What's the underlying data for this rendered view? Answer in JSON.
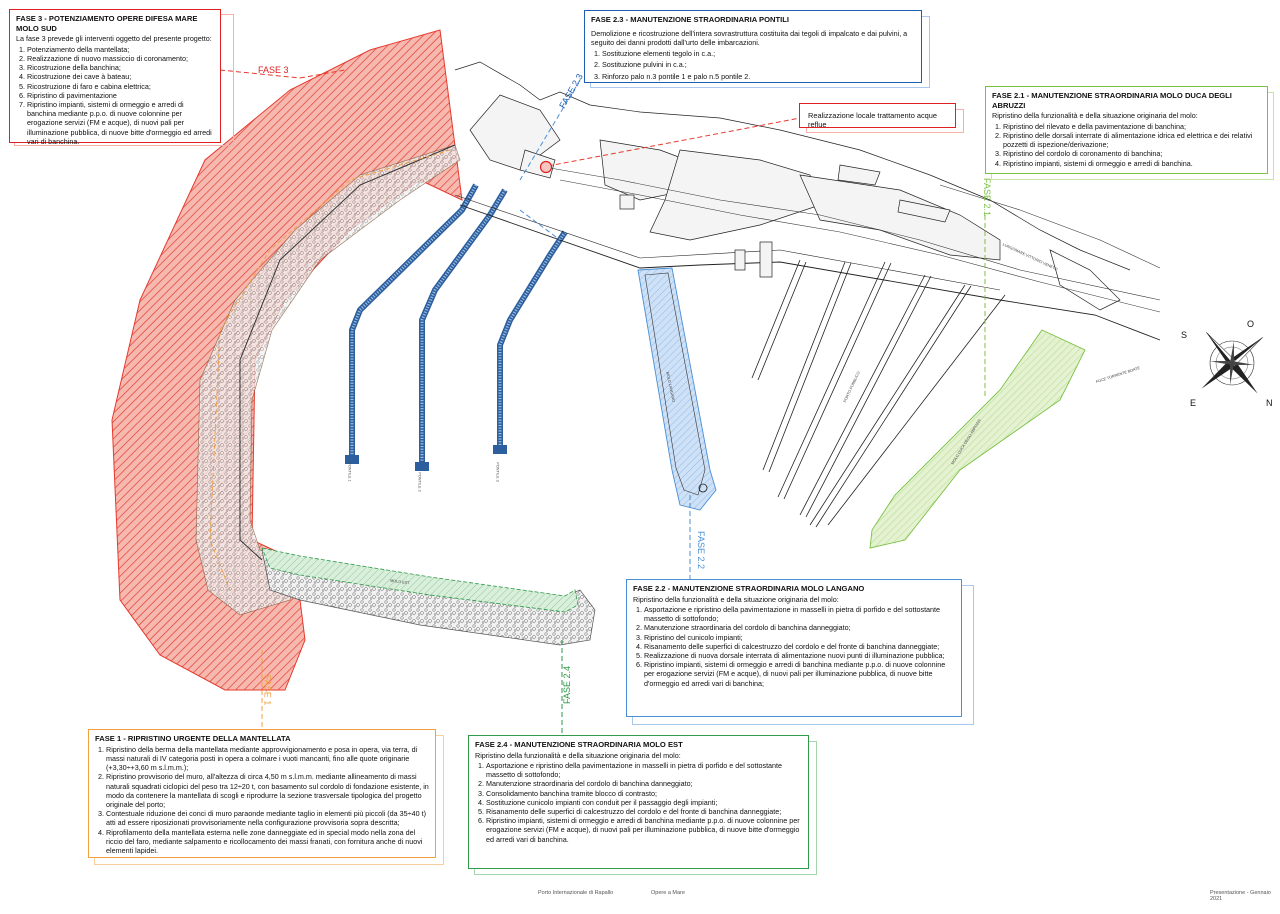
{
  "phases": {
    "fase3": {
      "label": "FASE 3",
      "title": "FASE 3 - POTENZIAMENTO OPERE DIFESA MARE MOLO SUD",
      "intro": "La fase 3 prevede gli interventi oggetto del presente progetto:",
      "items": [
        "Potenziamento della mantellata;",
        "Realizzazione di nuovo massiccio di coronamento;",
        "Ricostruzione della banchina;",
        "Ricostruzione dei cave à bateau;",
        "Ricostruzione di faro e cabina elettrica;",
        "Ripristino di pavimentazione",
        "Ripristino impianti, sistemi di ormeggio e arredi di banchina mediante p.p.o. di nuove colonnine per erogazione servizi (FM e acque), di nuovi pali per illuminazione pubblica, di nuove bitte d'ormeggio ed arredi vari di banchina."
      ],
      "color": "#e02020"
    },
    "fase23": {
      "label": "FASE 2.3",
      "title": "FASE 2.3 - MANUTENZIONE STRAORDINARIA PONTILI",
      "intro": "Demolizione e ricostruzione dell'intera sovrastruttura costituita dai tegoli di impalcato e dai pulvini, a seguito dei danni prodotti dall'urto delle imbarcazioni.",
      "items": [
        "Sostituzione elementi tegolo in c.a.;",
        "Sostituzione pulvini in c.a.;",
        "Rinforzo palo n.3 pontile 1 e palo n.5 pontile 2."
      ],
      "color": "#1f5fb0"
    },
    "reflue": {
      "title": "Realizzazione locale trattamento acque reflue",
      "color": "#e02020"
    },
    "fase21": {
      "label": "FASE 2.1",
      "title": "FASE 2.1 - MANUTENZIONE STRAORDINARIA MOLO DUCA DEGLI ABRUZZI",
      "intro": "Ripristino della funzionalità e della situazione originaria del molo:",
      "items": [
        "Ripristino del rilevato e della pavimentazione di banchina;",
        "Ripristino delle dorsali interrate di alimentazione idrica ed elettrica e dei relativi pozzetti di ispezione/derivazione;",
        "Ripristino del cordolo di coronamento di banchina;",
        "Ripristino impianti, sistemi di ormeggio e arredi di banchina."
      ],
      "color": "#7ac143"
    },
    "fase22": {
      "label": "FASE 2.2",
      "title": "FASE 2.2 - MANUTENZIONE STRAORDINARIA MOLO LANGANO",
      "intro": "Ripristino della funzionalità e della situazione originaria del molo:",
      "items": [
        "Asportazione e ripristino della pavimentazione in masselli in pietra di porfido e del sottostante massetto di sottofondo;",
        "Manutenzione straordinaria del cordolo di banchina danneggiato;",
        "Ripristino del cunicolo impianti;",
        "Risanamento delle superfici di calcestruzzo del cordolo e del fronte di banchina danneggiate;",
        "Realizzazione di nuova dorsale interrata di alimentazione nuovi punti di illuminazione pubblica;",
        "Ripristino impianti, sistemi di ormeggio e arredi di banchina mediante p.p.o. di nuove colonnine per erogazione servizi (FM e acque), di nuovi pali per illuminazione pubblica, di nuove bitte d'ormeggio ed arredi vari di banchina;"
      ],
      "color": "#4a8fd6"
    },
    "fase1": {
      "label": "FASE 1",
      "title": "FASE 1 - RIPRISTINO URGENTE DELLA MANTELLATA",
      "items": [
        "Ripristino della berma della mantellata mediante approvvigionamento e posa in opera, via terra, di massi naturali di IV categoria posti in opera a colmare i vuoti mancanti, fino alle quote originarie (+3,30÷+3,60 m s.l.m.m.);",
        "Ripristino provvisorio del muro, all'altezza di circa 4,50 m s.l.m.m. mediante allineamento di massi naturali squadrati ciclopici del peso tra 12÷20 t, con basamento sul cordolo di fondazione esistente, in modo da contenere la mantellata di scogli e riprodurre la sezione trasversale tipologica del progetto originale del porto;",
        "Contestuale riduzione dei conci di muro paraonde mediante taglio in elementi più piccoli (da 35÷40 t) atti ad essere riposizionati provvisoriamente nella configurazione provvisoria sopra descritta;",
        "Riprofilamento della mantellata esterna nelle zone danneggiate ed in special modo nella zona del riccio del faro, mediante salpamento e ricollocamento dei massi franati, con fornitura anche di nuovi elementi lapidei."
      ],
      "color": "#f0a040"
    },
    "fase24": {
      "label": "FASE 2.4",
      "title": "FASE 2.4 - MANUTENZIONE STRAORDINARIA MOLO EST",
      "intro": "Ripristino della funzionalità e della situazione originaria del molo:",
      "items": [
        "Asportazione e ripristino della pavimentazione in masselli in pietra di porfido e del sottostante massetto di sottofondo;",
        "Manutenzione straordinaria del cordolo di banchina danneggiato;",
        "Consolidamento banchina tramite blocco di contrasto;",
        "Sostituzione cunicolo impianti con conduit per il passaggio degli impianti;",
        "Risanamento delle superfici di calcestruzzo del cordolo e del fronte di banchina danneggiate;",
        "Ripristino impianti, sistemi di ormeggio e arredi di banchina mediante p.p.o. di nuove colonnine per erogazione servizi (FM e acque), di nuovi pali per illuminazione pubblica, di nuove bitte d'ormeggio ed arredi vari di banchina."
      ],
      "color": "#2e9a4a"
    }
  },
  "compass": {
    "n": "N",
    "s": "S",
    "e": "E",
    "o": "O"
  },
  "map_labels": {
    "pontile1": "PONTILE 1",
    "pontile2": "PONTILE 2",
    "pontile3": "PONTILE 3",
    "langano": "MOLO LANGANO",
    "molo_est": "MOLO EST",
    "porto_pubblico": "PORTO PUBBLICO",
    "duca": "MOLO DUCA DEGLI ABRUZZI",
    "foce": "FOCE TORRENTE BOATE",
    "lungomare": "LUNGOMARE VITTORIO VENETO"
  },
  "footer": {
    "left": "Porto Internazionale di Rapallo",
    "center": "Opere a Mare",
    "right": "Presentazione - Gennaio 2021"
  }
}
